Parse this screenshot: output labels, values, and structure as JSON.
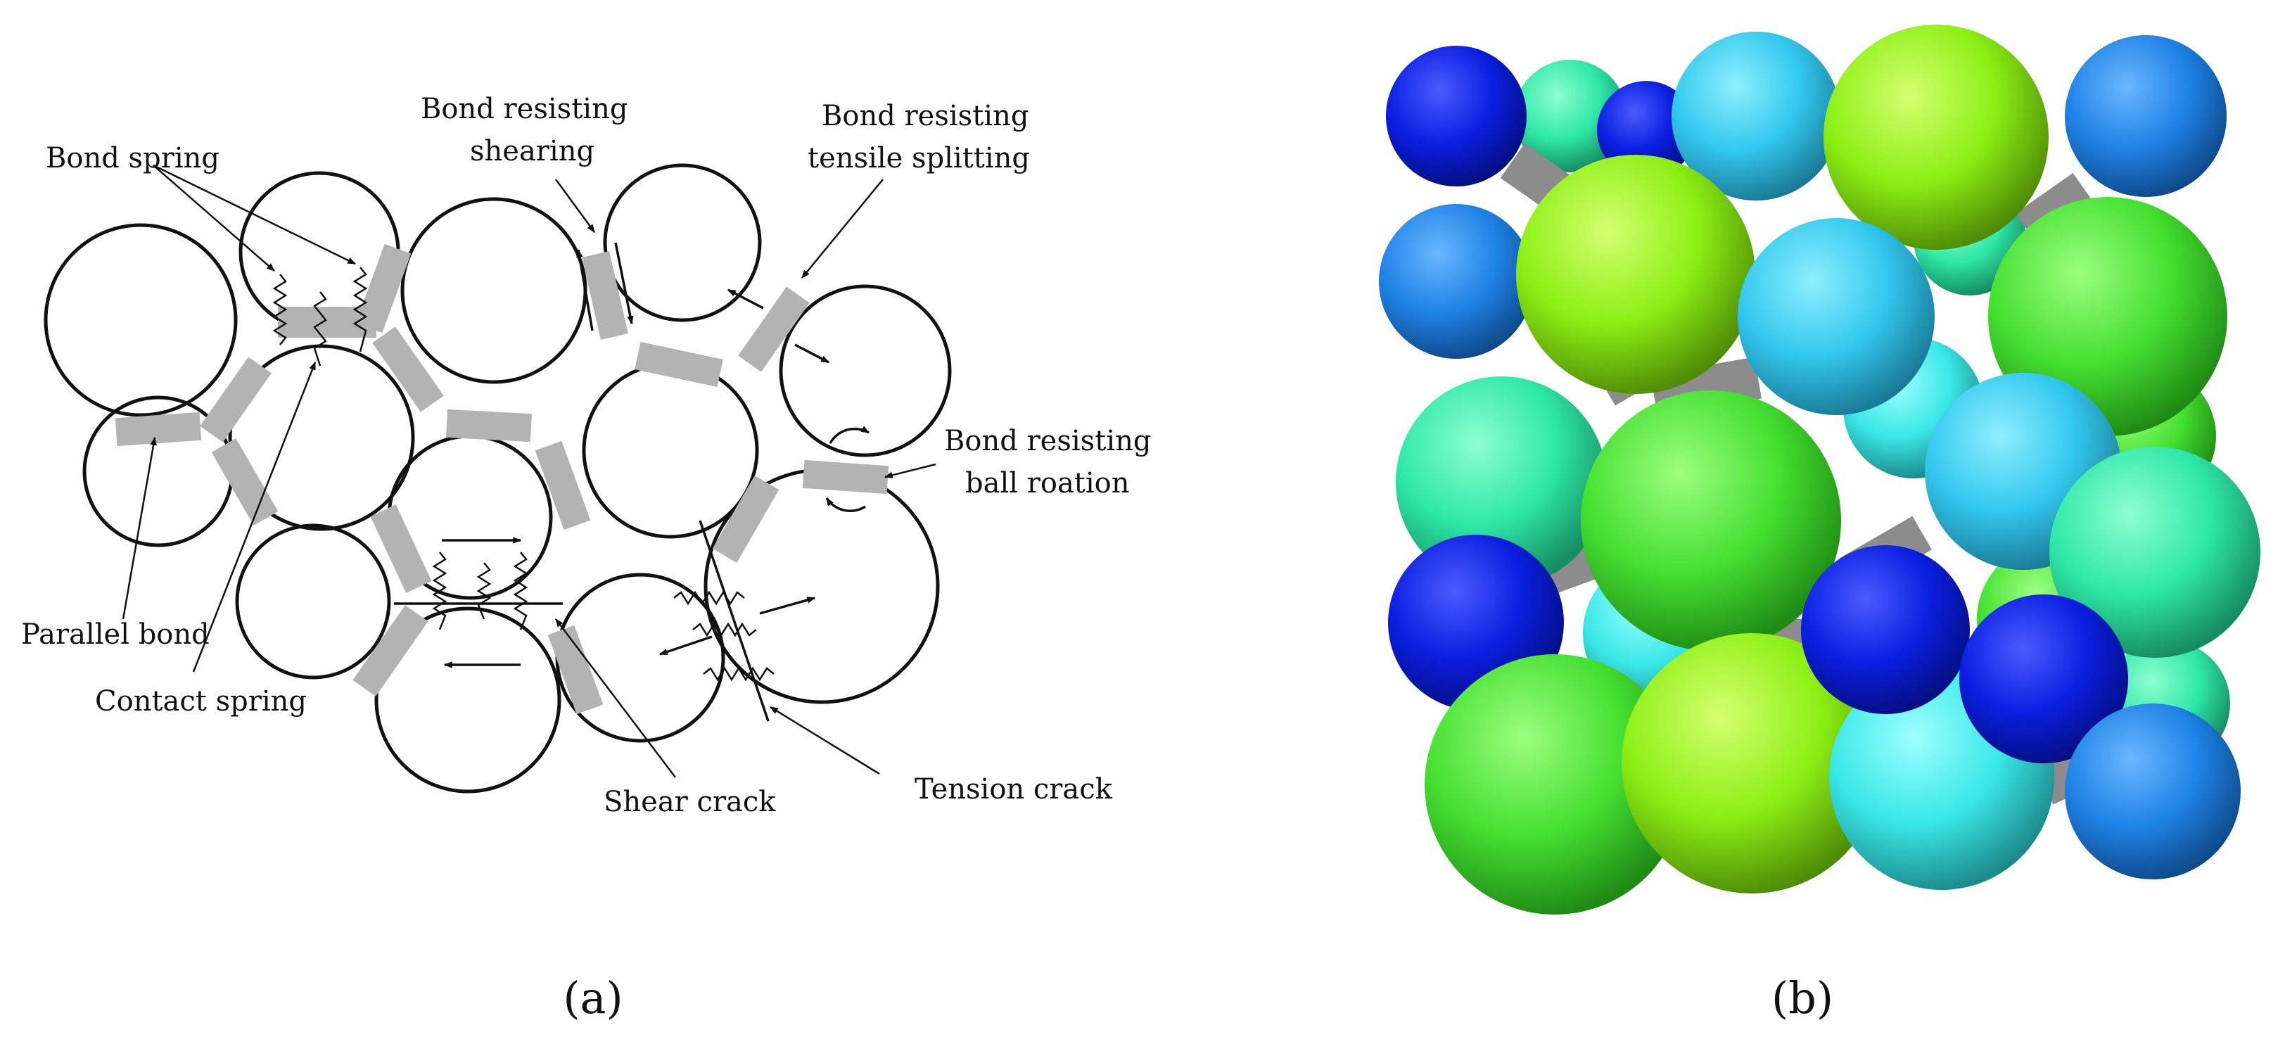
{
  "panel_a": {
    "labels": {
      "bond_spring": "Bond spring",
      "bond_resisting_shearing_1": "Bond resisting",
      "bond_resisting_shearing_2": "shearing",
      "bond_resisting_tensile_1": "Bond resisting",
      "bond_resisting_tensile_2": "tensile splitting",
      "bond_resisting_rotation_1": "Bond resisting",
      "bond_resisting_rotation_2": "ball roation",
      "parallel_bond": "Parallel bond",
      "contact_spring": "Contact spring",
      "shear_crack": "Shear crack",
      "tension_crack": "Tension crack"
    },
    "caption": "(a)",
    "colors": {
      "outline": "#111111",
      "bond": "#b3b3b3"
    }
  },
  "panel_b": {
    "caption": "(b)",
    "colors": {
      "dark_blue": "#0a1ee0",
      "blue": "#1e82e6",
      "sky": "#32c8ee",
      "cyan": "#3ae8e8",
      "teal": "#2ee8a8",
      "green": "#44e030",
      "yellow_green": "#8cf014",
      "bond": "#8c8c8c"
    }
  }
}
